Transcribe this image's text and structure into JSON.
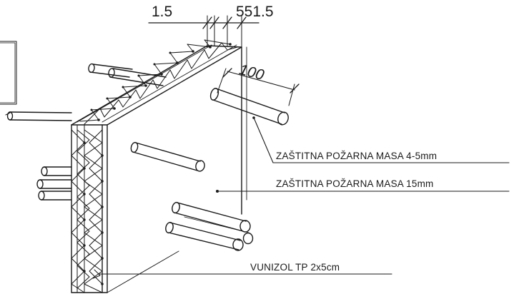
{
  "dimensions": {
    "left_label": "1.5",
    "right_label": "551.5",
    "depth_label": "100"
  },
  "callouts": [
    {
      "id": "mass-thin",
      "text": "ZAŠTITNA POŽARNA MASA 4-5mm"
    },
    {
      "id": "mass-thick",
      "text": "ZAŠTITNA POŽARNA MASA 15mm"
    },
    {
      "id": "board",
      "text": "VUNIZOL TP 2x5cm"
    }
  ],
  "colors": {
    "line": "#1a1a1a",
    "background": "#ffffff"
  }
}
